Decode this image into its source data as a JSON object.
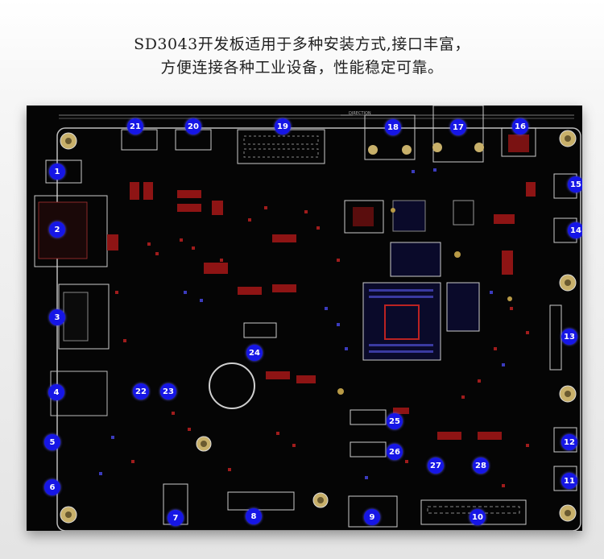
{
  "caption": {
    "line1": "SD3043开发板适用于多种安装方式,接口丰富，",
    "line2": "方便连接各种工业设备，性能稳定可靠。"
  },
  "board": {
    "accent_color": "#1616e6",
    "markers": [
      "1",
      "2",
      "3",
      "4",
      "5",
      "6",
      "7",
      "8",
      "9",
      "10",
      "11",
      "12",
      "13",
      "14",
      "15",
      "16",
      "17",
      "18",
      "19",
      "20",
      "21",
      "22",
      "23",
      "24",
      "25",
      "26",
      "27",
      "28"
    ]
  }
}
